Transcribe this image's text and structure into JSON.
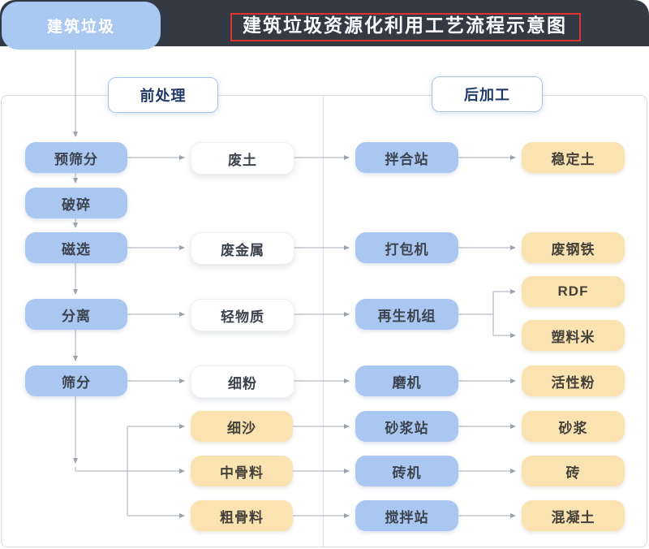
{
  "header": {
    "tab_label": "建筑垃圾",
    "title": "建筑垃圾资源化利用工艺流程示意图"
  },
  "sections": {
    "pre": "前处理",
    "post": "后加工"
  },
  "columns": {
    "process": [
      "预筛分",
      "破碎",
      "磁选",
      "分离",
      "筛分"
    ],
    "materials": [
      "废土",
      "废金属",
      "轻物质",
      "细粉",
      "细沙",
      "中骨料",
      "粗骨料"
    ],
    "equipment": [
      "拌合站",
      "打包机",
      "再生机组",
      "磨机",
      "砂浆站",
      "砖机",
      "搅拌站"
    ],
    "products": [
      "稳定土",
      "废钢铁",
      "RDF",
      "塑料米",
      "活性粉",
      "砂浆",
      "砖",
      "混凝土"
    ]
  },
  "edges": [
    [
      "建筑垃圾",
      "预筛分"
    ],
    [
      "预筛分",
      "破碎"
    ],
    [
      "破碎",
      "磁选"
    ],
    [
      "磁选",
      "分离"
    ],
    [
      "分离",
      "筛分"
    ],
    [
      "预筛分",
      "废土"
    ],
    [
      "磁选",
      "废金属"
    ],
    [
      "分离",
      "轻物质"
    ],
    [
      "筛分",
      "细粉"
    ],
    [
      "筛分",
      "细沙"
    ],
    [
      "筛分",
      "中骨料"
    ],
    [
      "筛分",
      "粗骨料"
    ],
    [
      "废土",
      "拌合站"
    ],
    [
      "废金属",
      "打包机"
    ],
    [
      "轻物质",
      "再生机组"
    ],
    [
      "细粉",
      "磨机"
    ],
    [
      "细沙",
      "砂浆站"
    ],
    [
      "中骨料",
      "砖机"
    ],
    [
      "粗骨料",
      "搅拌站"
    ],
    [
      "拌合站",
      "稳定土"
    ],
    [
      "打包机",
      "废钢铁"
    ],
    [
      "再生机组",
      "RDF"
    ],
    [
      "再生机组",
      "塑料米"
    ],
    [
      "磨机",
      "活性粉"
    ],
    [
      "砂浆站",
      "砂浆"
    ],
    [
      "砖机",
      "砖"
    ],
    [
      "搅拌站",
      "混凝土"
    ]
  ],
  "colors": {
    "header_bar": "#333a44",
    "tab_fill": "#a9c8f2",
    "node_blue": "#a9c7f0",
    "node_yellow": "#fae3b0",
    "node_white": "#ffffff",
    "section_border": "#a9c4ec",
    "section_text": "#1f3a68",
    "node_text": "#3c434e",
    "connector": "#b6bcc4",
    "panel_border": "#d8dce2",
    "title_highlight": "#dd3333"
  }
}
